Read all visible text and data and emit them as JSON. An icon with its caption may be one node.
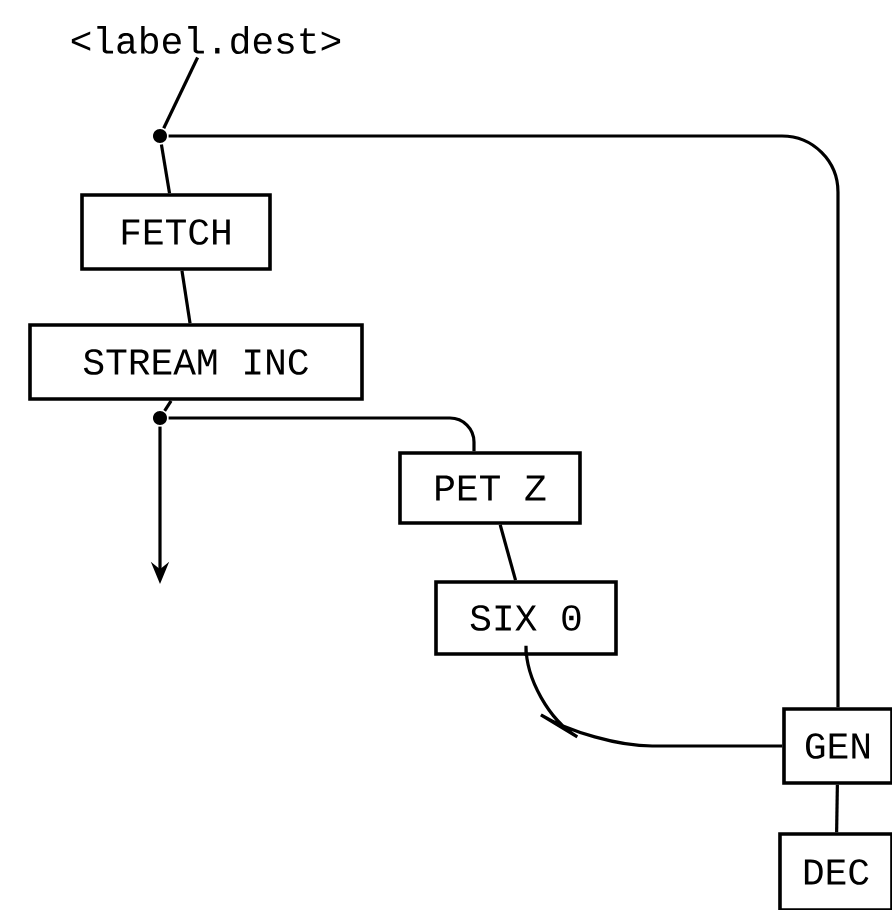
{
  "diagram": {
    "nodes": [
      {
        "text": [
          "<label.dest>"
        ]
      },
      {
        "text": [],
        "shape": "circle"
      },
      {
        "text": [
          "FETCH"
        ]
      },
      {
        "text": [
          "STREAM INC"
        ]
      },
      {
        "text": [],
        "shape": "circle"
      },
      {
        "text": [
          "PET Z"
        ]
      },
      {
        "text": [
          "SIX 0"
        ]
      },
      {
        "text": [
          "GEN"
        ]
      },
      {
        "text": [
          "DEC"
        ]
      }
    ],
    "edges": [
      {
        "from": 0,
        "to": 1,
        "arrow": "none"
      },
      {
        "from": 1,
        "to": 2,
        "arrow": "none"
      },
      {
        "from": 2,
        "to": 3,
        "arrow": "none"
      },
      {
        "from": 3,
        "to": 4,
        "arrow": "none"
      },
      {
        "from": 4,
        "to": null,
        "arrow": "to"
      },
      {
        "from": 4,
        "to": 5,
        "arrow": "none"
      },
      {
        "from": 5,
        "to": 6,
        "arrow": "none"
      },
      {
        "from": 6,
        "to": 7,
        "arrow": "none"
      },
      {
        "from": 7,
        "to": 1,
        "arrow": "none"
      },
      {
        "from": 7,
        "to": 8,
        "arrow": "none"
      }
    ]
  }
}
